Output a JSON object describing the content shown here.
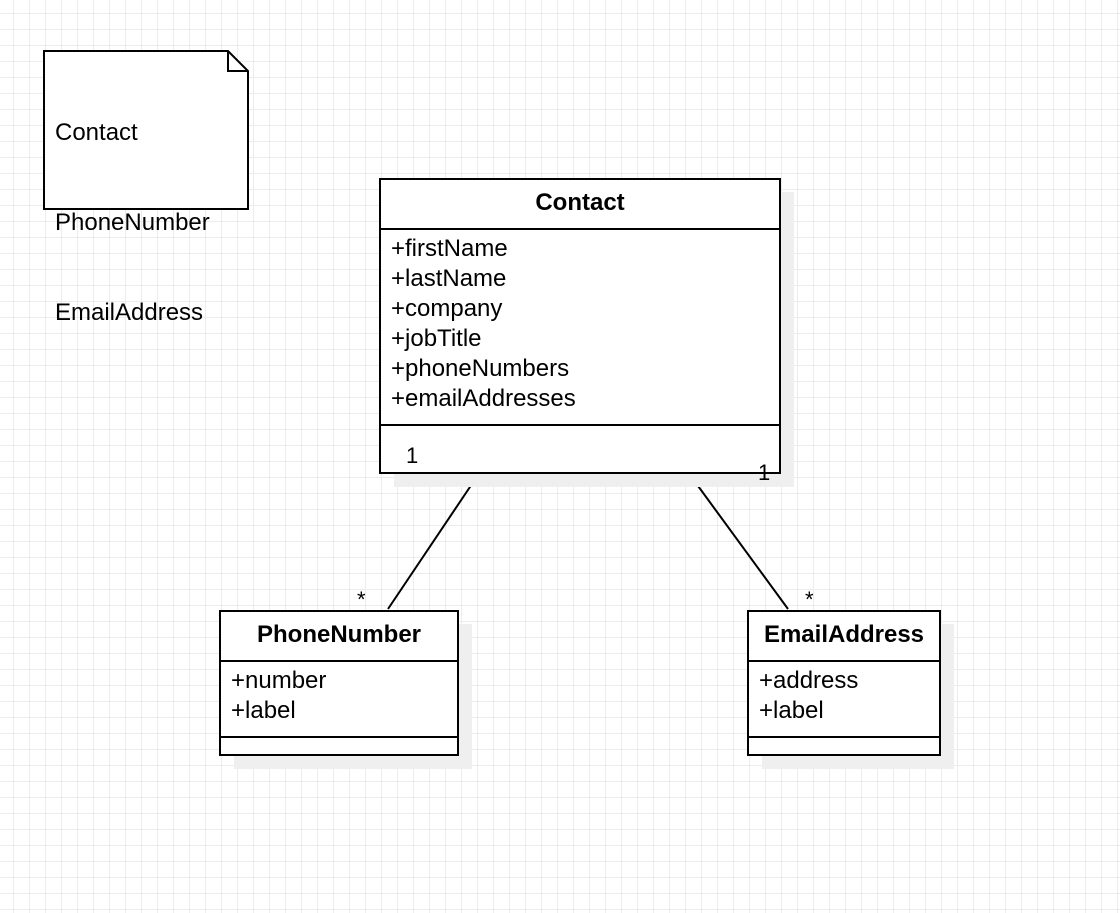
{
  "note": {
    "lines": [
      "Contact",
      "PhoneNumber",
      "EmailAddress"
    ]
  },
  "classes": {
    "contact": {
      "name": "Contact",
      "attributes": [
        "+firstName",
        "+lastName",
        "+company",
        "+jobTitle",
        "+phoneNumbers",
        "+emailAddresses"
      ]
    },
    "phone": {
      "name": "PhoneNumber",
      "attributes": [
        "+number",
        "+label"
      ]
    },
    "email": {
      "name": "EmailAddress",
      "attributes": [
        "+address",
        "+label"
      ]
    }
  },
  "associations": {
    "contact_phone": {
      "source_mult": "1",
      "target_mult": "*"
    },
    "contact_email": {
      "source_mult": "1",
      "target_mult": "*"
    }
  }
}
